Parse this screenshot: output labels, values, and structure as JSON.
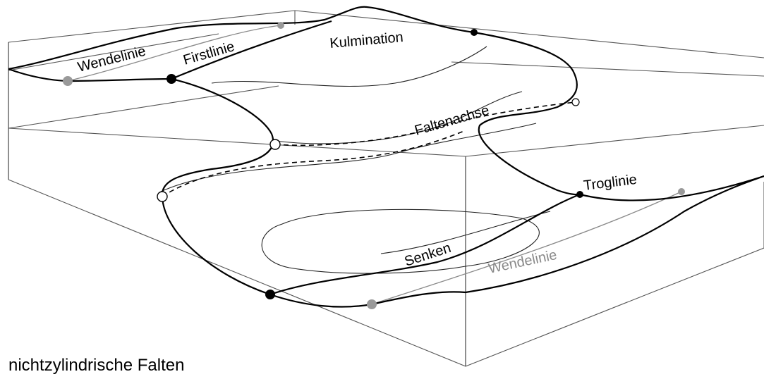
{
  "caption": "nichtzylindrische Falten",
  "labels": {
    "wendelinie_top": "Wendelinie",
    "firstlinie": "Firstlinie",
    "kulmination": "Kulmination",
    "faltenachse": "Faltenachse",
    "troglinie": "Troglinie",
    "senken": "Senken",
    "wendelinie_bottom": "Wendelinie"
  },
  "colors": {
    "fold_surface": "#000000",
    "box_edges": "#555555",
    "inflection_line": "#8a8a8a",
    "marker_black": "#000000",
    "marker_gray": "#999999",
    "marker_open": "#ffffff"
  }
}
